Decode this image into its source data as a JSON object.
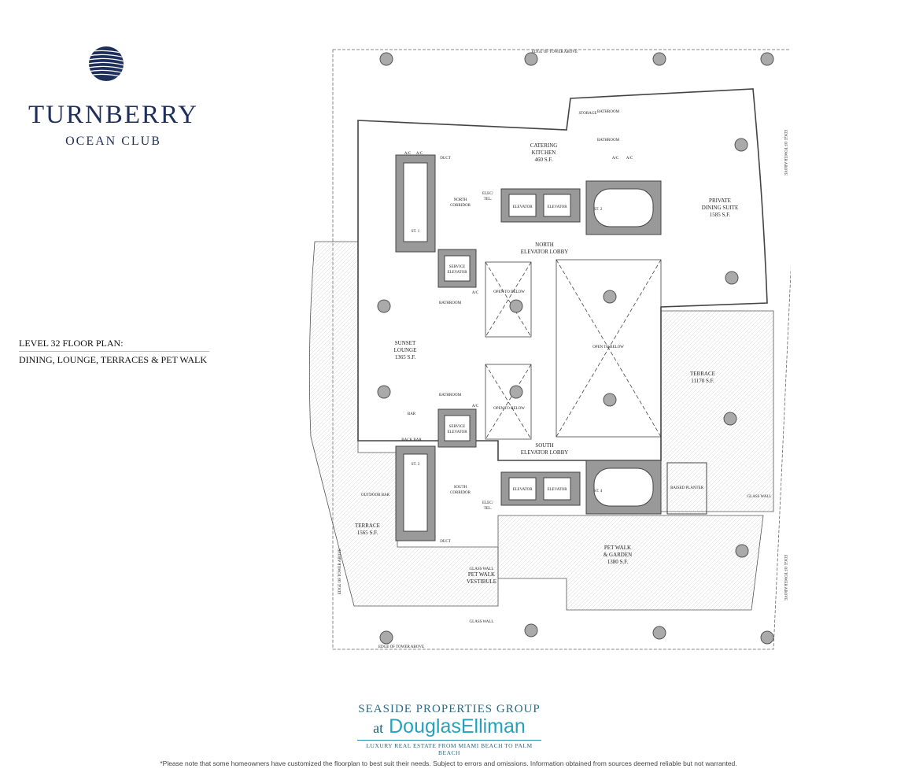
{
  "brand": {
    "title": "TURNBERRY",
    "subtitle": "OCEAN CLUB",
    "accent_color": "#1f2f5c",
    "icon": "striped-globe-logo"
  },
  "plan_title": {
    "line1": "LEVEL 32 FLOOR PLAN:",
    "line2": "DINING, LOUNGE, TERRACES & PET WALK"
  },
  "rooms": {
    "catering": {
      "name": "CATERING",
      "name2": "KITCHEN",
      "area": "460 S.F."
    },
    "private_dining": {
      "name": "PRIVATE",
      "name2": "DINING SUITE",
      "area": "1585 S.F."
    },
    "north_lobby": {
      "name": "NORTH",
      "name2": "ELEVATOR LOBBY"
    },
    "south_lobby": {
      "name": "SOUTH",
      "name2": "ELEVATOR LOBBY"
    },
    "sunset_lounge": {
      "name": "SUNSET",
      "name2": "LOUNGE",
      "area": "1365 S.F."
    },
    "terrace_east": {
      "name": "TERRACE",
      "area": "11170 S.F."
    },
    "terrace_west": {
      "name": "TERRACE",
      "area": "1565 S.F."
    },
    "pet_walk": {
      "name": "PET WALK",
      "name2": "& GARDEN",
      "area": "1380 S.F."
    },
    "pet_vestibule": {
      "name": "PET WALK",
      "name2": "VESTIBULE"
    },
    "north_corridor": {
      "name": "NORTH",
      "name2": "CORRIDOR"
    },
    "south_corridor": {
      "name": "SOUTH",
      "name2": "CORRIDOR"
    }
  },
  "small_labels": {
    "st1": "ST. 1",
    "st2": "ST. 2",
    "st3": "ST. 3",
    "st4": "ST. 4",
    "elevator": "ELEVATOR",
    "service": "SERVICE",
    "service_elevator": "ELEVATOR",
    "bathroom": "BATHROOM",
    "storage": "STORAGE",
    "ac": "A/C",
    "duct": "DUCT",
    "elec": "ELEC/",
    "tel": "TEL.",
    "open_to_below": "OPEN TO BELOW",
    "bar": "BAR",
    "back_bar": "BACK BAR",
    "outdoor_bar": "OUTDOOR BAR",
    "raised_planter": "RAISED PLANTER",
    "glass_wall": "GLASS WALL",
    "edge_top": "EDGE OF TOWER ABOVE",
    "edge_bottom": "EDGE OF TOWER ABOVE",
    "edge_left": "EDGE OF TOWER ABOVE",
    "edge_right": "EDGE OF TOWER ABOVE"
  },
  "footer": {
    "line1": "SEASIDE PROPERTIES GROUP",
    "at": "at",
    "brand": "DouglasElliman",
    "line3": "LUXURY REAL ESTATE FROM MIAMI BEACH TO PALM BEACH",
    "color": "#25a1c0"
  },
  "disclaimer": "*Please note that some homeowners have customized the floorplan to best suit their needs. Subject to errors and omissions. Information obtained from sources deemed reliable but not warranted."
}
